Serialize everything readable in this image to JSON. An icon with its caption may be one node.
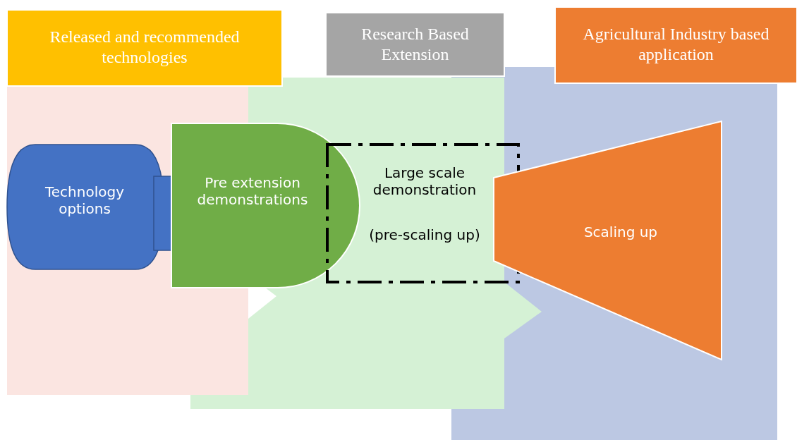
{
  "diagram": {
    "nodes": [
      {
        "text": [
          "Released and recommended technologies"
        ]
      },
      {
        "text": [
          "Research Based Extension"
        ]
      },
      {
        "text": [
          "Agricultural Industry based application"
        ]
      },
      {
        "text": [
          "Technology options"
        ]
      },
      {
        "text": [],
        "shape": "bar"
      },
      {
        "text": [
          "Pre extension demonstrations"
        ]
      },
      {
        "text": [
          "Large scale demonstration",
          "(pre-scaling up)"
        ]
      },
      {
        "text": [
          "Scaling up"
        ]
      }
    ]
  }
}
